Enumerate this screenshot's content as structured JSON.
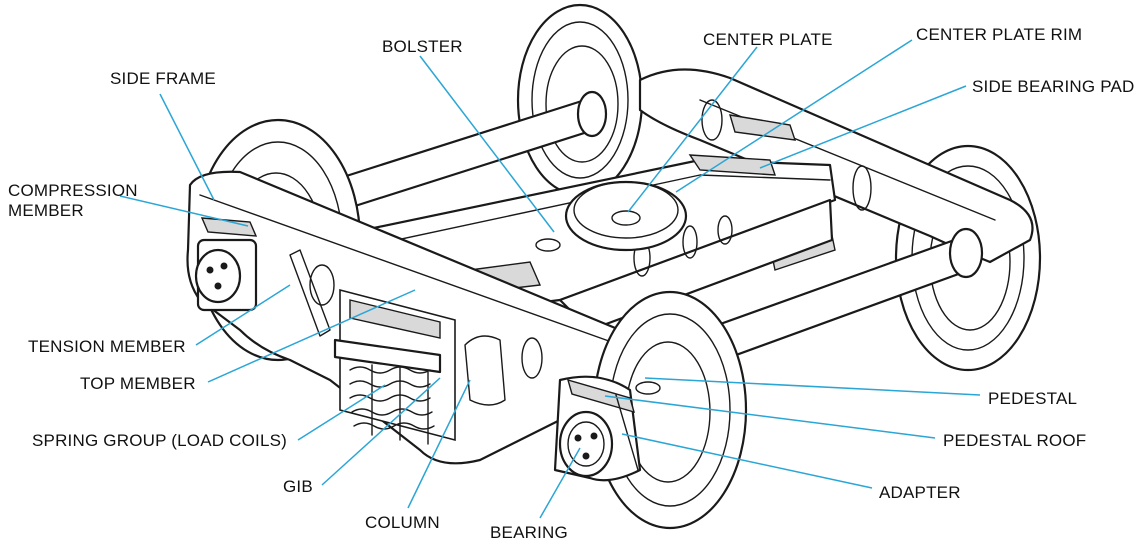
{
  "labels": {
    "bolster": "BOLSTER",
    "center_plate": "CENTER PLATE",
    "center_plate_rim": "CENTER PLATE RIM",
    "side_bearing_pad": "SIDE BEARING PAD",
    "side_frame": "SIDE FRAME",
    "compression_member_1": "COMPRESSION",
    "compression_member_2": "MEMBER",
    "tension_member": "TENSION MEMBER",
    "top_member": "TOP MEMBER",
    "spring_group": "SPRING GROUP (LOAD COILS)",
    "gib": "GIB",
    "column": "COLUMN",
    "bearing": "BEARING",
    "adapter": "ADAPTER",
    "pedestal_roof": "PEDESTAL ROOF",
    "pedestal": "PEDESTAL"
  },
  "colors": {
    "leader_lines": "#2aa6d6",
    "ink": "#1a1a1a",
    "background": "#ffffff"
  }
}
